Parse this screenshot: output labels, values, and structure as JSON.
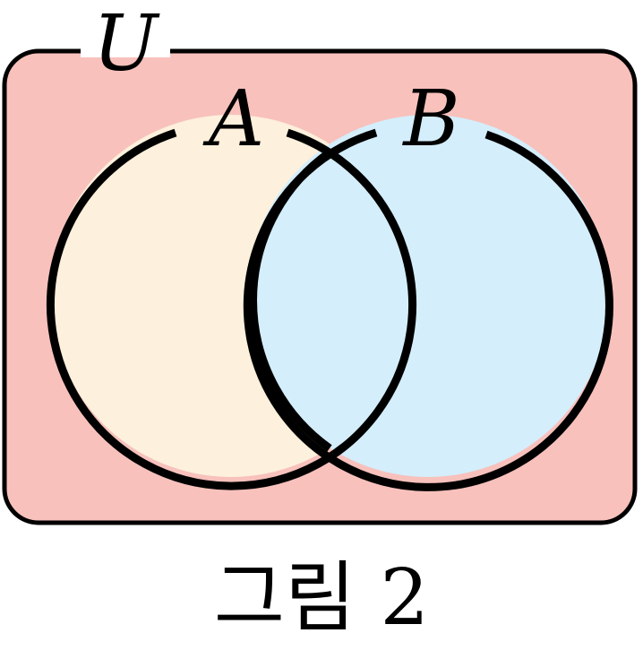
{
  "diagram": {
    "universe_label": "U",
    "set_a_label": "A",
    "set_b_label": "B",
    "caption": "그림 2"
  },
  "colors": {
    "universe_fill": "#f8c1bc",
    "set_a_fill": "#fdf0dc",
    "set_b_fill": "#d4eefb",
    "outline": "#000000",
    "label_background": "#ffffff"
  }
}
